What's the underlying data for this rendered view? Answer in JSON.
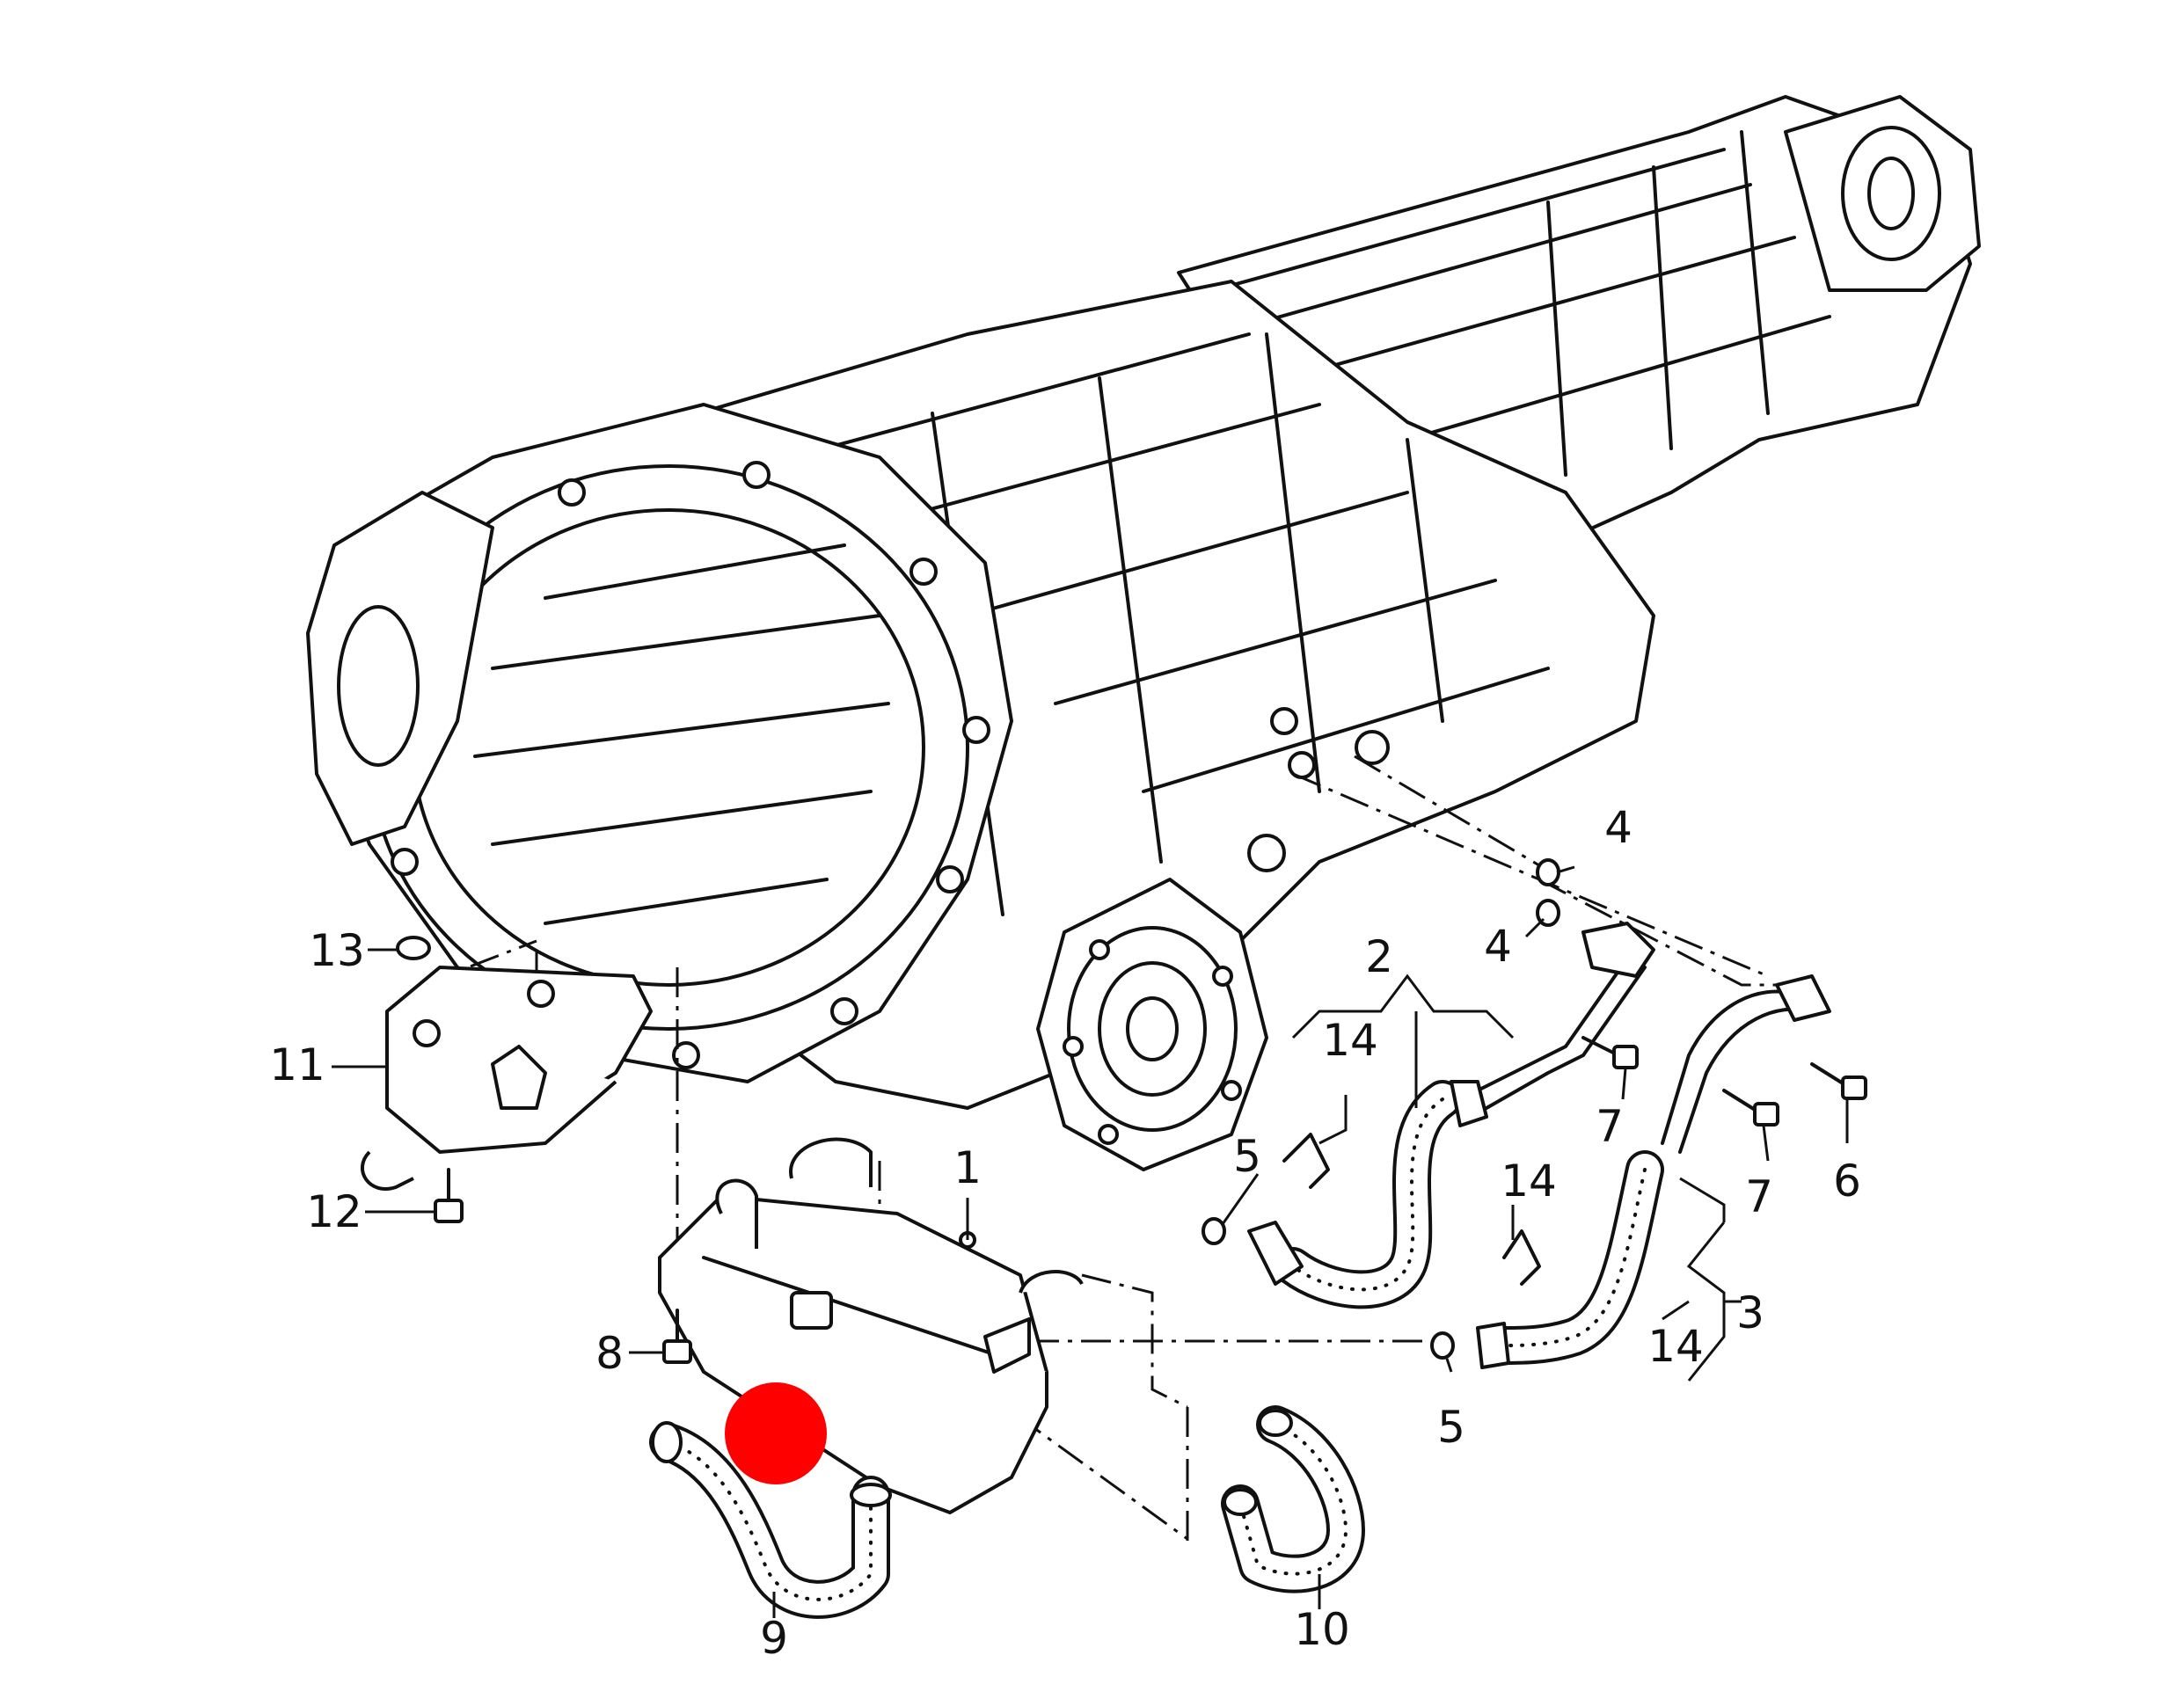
{
  "diagram": {
    "callouts": {
      "c1": "1",
      "c2": "2",
      "c3": "3",
      "c4a": "4",
      "c4b": "4",
      "c5a": "5",
      "c5b": "5",
      "c6": "6",
      "c7a": "7",
      "c7b": "7",
      "c8": "8",
      "c9": "9",
      "c10": "10",
      "c11": "11",
      "c12": "12",
      "c13": "13",
      "c14a": "14",
      "c14b": "14",
      "c14c": "14"
    },
    "colors": {
      "line": "#111111",
      "background": "#ffffff",
      "highlight_marker": "#ff0000"
    }
  }
}
